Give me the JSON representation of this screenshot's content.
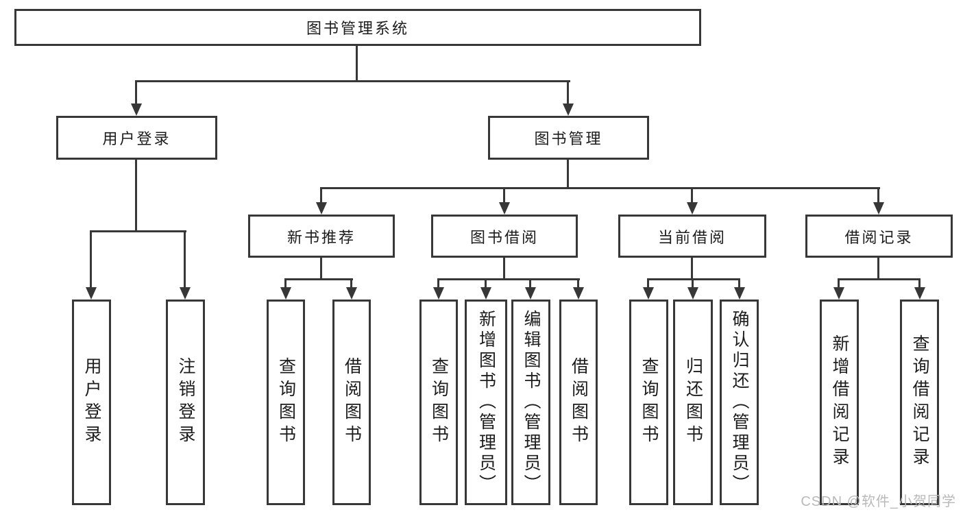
{
  "diagram_type": "hierarchy-tree",
  "colors": {
    "line": "#373737",
    "box_border": "#373737",
    "box_background": "#ffffff",
    "text": "#1c1c1c",
    "watermark": "#b9b9b9",
    "page_background": "#ffffff"
  },
  "tree": {
    "root": {
      "label": "图书管理系统",
      "children": [
        {
          "label": "用户登录",
          "children": [
            {
              "label": "用户登录"
            },
            {
              "label": "注销登录"
            }
          ]
        },
        {
          "label": "图书管理",
          "children": [
            {
              "label": "新书推荐",
              "children": [
                {
                  "label": "查询图书"
                },
                {
                  "label": "借阅图书"
                }
              ]
            },
            {
              "label": "图书借阅",
              "children": [
                {
                  "label": "查询图书"
                },
                {
                  "label": "新增图书（管理员）"
                },
                {
                  "label": "编辑图书（管理员）"
                },
                {
                  "label": "借阅图书"
                }
              ]
            },
            {
              "label": "当前借阅",
              "children": [
                {
                  "label": "查询图书"
                },
                {
                  "label": "归还图书"
                },
                {
                  "label": "确认归还（管理员）"
                }
              ]
            },
            {
              "label": "借阅记录",
              "children": [
                {
                  "label": "新增借阅记录"
                },
                {
                  "label": "查询借阅记录"
                }
              ]
            }
          ]
        }
      ]
    }
  },
  "watermark": "CSDN @软件_小贺同学"
}
